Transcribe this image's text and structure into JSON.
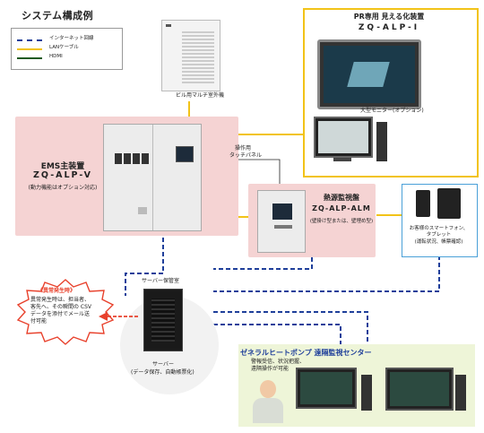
{
  "title": "システム構成例",
  "legend": [
    {
      "label": "インターネット回線",
      "color": "#1f3f9a",
      "style": "dashed"
    },
    {
      "label": "LANケーブル",
      "color": "#f2c318",
      "style": "solid"
    },
    {
      "label": "HDMI",
      "color": "#1f5a22",
      "style": "solid"
    }
  ],
  "outdoor_unit_label": "ビル用マルチ室外機",
  "pr": {
    "title": "PR専用 見える化装置",
    "model": "ZQ-ALP-I",
    "monitor_label": "大型モニター(オプション)"
  },
  "ems": {
    "name": "EMS主装置",
    "model": "ZQ-ALP-V",
    "note": "(動力機能はオプション対応)",
    "panel_label_1": "操作用",
    "panel_label_2": "タッチパネル"
  },
  "heat": {
    "name": "熱源監視盤",
    "model": "ZQ-ALP-ALM",
    "note": "(壁掛け型または、壁埋め型)"
  },
  "smartphone": {
    "line1": "お客様のスマートフォン、",
    "line2": "タブレット",
    "line3": "(運転状況、帳票確認)"
  },
  "server": {
    "room_label": "サーバー保管室",
    "name": "サーバー",
    "note": "(データ保存、自動帳票化)"
  },
  "alert": {
    "title": "《異常発生時》",
    "line1": "異常発生時は、担当者、",
    "line2": "客先へ、その瞬間の CSV",
    "line3": "データを添付でメール送",
    "line4": "付可能"
  },
  "center": {
    "title": "ゼネラルヒートポンプ 遠隔監視センター",
    "line1": "警報受信、状況把握、",
    "line2": "遠隔操作が可能"
  }
}
